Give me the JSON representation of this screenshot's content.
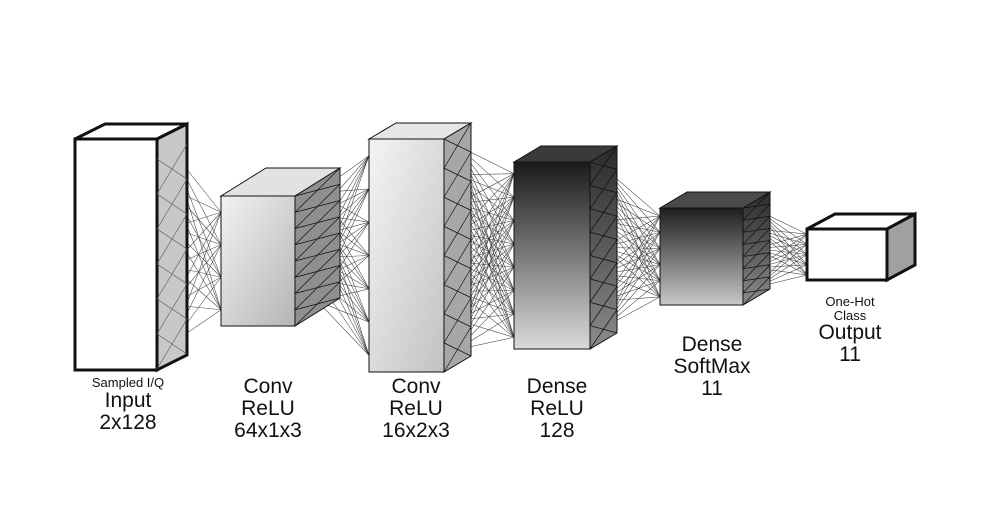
{
  "layers": [
    {
      "id": "input",
      "lines": [
        "Input",
        "2x128"
      ],
      "caption": "Sampled I/Q",
      "fill": "white"
    },
    {
      "id": "conv1",
      "lines": [
        "Conv",
        "ReLU",
        "64x1x3"
      ],
      "caption": null,
      "fill": "light-gradient"
    },
    {
      "id": "conv2",
      "lines": [
        "Conv",
        "ReLU",
        "16x2x3"
      ],
      "caption": null,
      "fill": "light-gradient"
    },
    {
      "id": "dense1",
      "lines": [
        "Dense",
        "ReLU",
        "128"
      ],
      "caption": null,
      "fill": "dark-gradient"
    },
    {
      "id": "dense2",
      "lines": [
        "Dense",
        "SoftMax",
        "11"
      ],
      "caption": null,
      "fill": "dark-gradient"
    },
    {
      "id": "output",
      "lines": [
        "Output",
        "11"
      ],
      "caption": "One-Hot Class",
      "fill": "white"
    }
  ],
  "colors": {
    "edge": "#111111",
    "side_face": "#9a9a9a",
    "top_face": "#dcdcdc",
    "connection": "#333333"
  }
}
